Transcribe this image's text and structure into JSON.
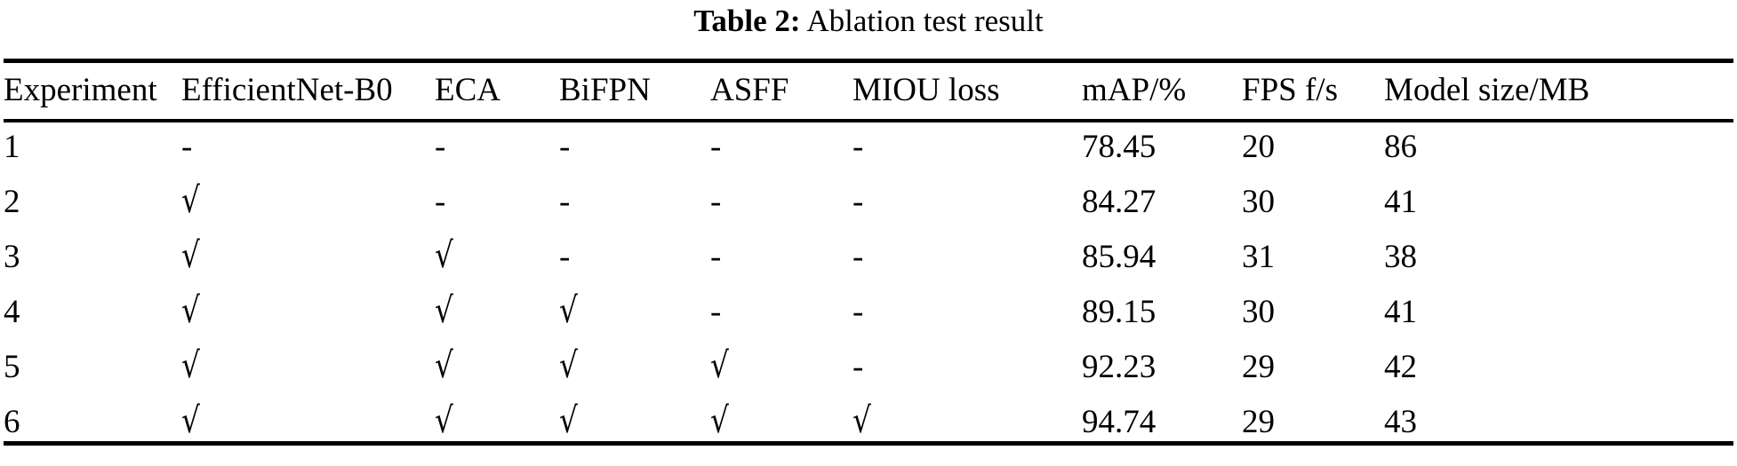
{
  "caption": {
    "label": "Table 2:",
    "text": "Ablation test result"
  },
  "glyphs": {
    "check": "√",
    "dash": "-"
  },
  "chart_data": {
    "type": "table",
    "title": "Table 2: Ablation test result",
    "columns": [
      "Experiment",
      "EfficientNet-B0",
      "ECA",
      "BiFPN",
      "ASFF",
      "MIOU loss",
      "mAP/%",
      "FPS f/s",
      "Model size/MB"
    ],
    "rows": [
      {
        "experiment": "1",
        "efficientnet_b0": "-",
        "eca": "-",
        "bifpn": "-",
        "asff": "-",
        "miou_loss": "-",
        "map_percent": "78.45",
        "fps": "20",
        "model_size_mb": "86"
      },
      {
        "experiment": "2",
        "efficientnet_b0": "√",
        "eca": "-",
        "bifpn": "-",
        "asff": "-",
        "miou_loss": "-",
        "map_percent": "84.27",
        "fps": "30",
        "model_size_mb": "41"
      },
      {
        "experiment": "3",
        "efficientnet_b0": "√",
        "eca": "√",
        "bifpn": "-",
        "asff": "-",
        "miou_loss": "-",
        "map_percent": "85.94",
        "fps": "31",
        "model_size_mb": "38"
      },
      {
        "experiment": "4",
        "efficientnet_b0": "√",
        "eca": "√",
        "bifpn": "√",
        "asff": "-",
        "miou_loss": "-",
        "map_percent": "89.15",
        "fps": "30",
        "model_size_mb": "41"
      },
      {
        "experiment": "5",
        "efficientnet_b0": "√",
        "eca": "√",
        "bifpn": "√",
        "asff": "√",
        "miou_loss": "-",
        "map_percent": "92.23",
        "fps": "29",
        "model_size_mb": "42"
      },
      {
        "experiment": "6",
        "efficientnet_b0": "√",
        "eca": "√",
        "bifpn": "√",
        "asff": "√",
        "miou_loss": "√",
        "map_percent": "94.74",
        "fps": "29",
        "model_size_mb": "43"
      }
    ],
    "xlabel": "",
    "ylabel": "",
    "legend": []
  }
}
